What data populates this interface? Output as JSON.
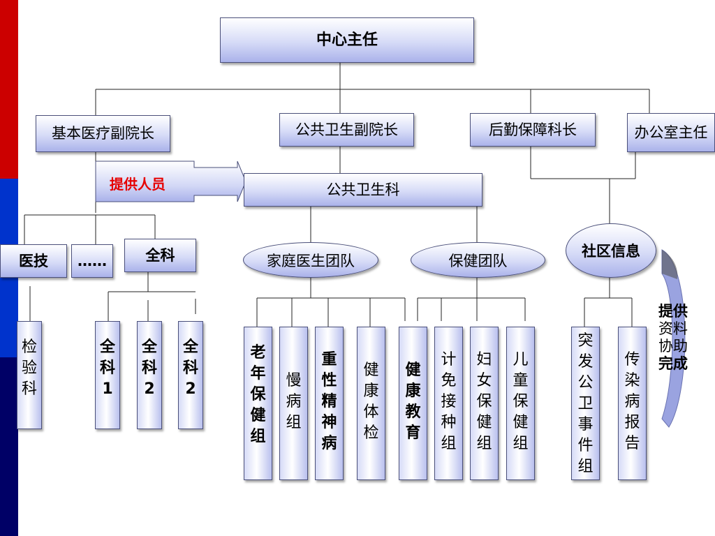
{
  "root": "中心主任",
  "deputies": {
    "basic_medical": "基本医疗副院长",
    "public_health": "公共卫生副院长",
    "logistics": "后勤保障科长",
    "office": "办公室主任"
  },
  "provide_staff": "提供人员",
  "public_health_dept": "公共卫生科",
  "left_units": {
    "tech": "医技",
    "more": "……",
    "general": "全科"
  },
  "teams": {
    "family_doctor": "家庭医生团队",
    "health_care": "保健团队",
    "community_info": "社区信息"
  },
  "leaves": {
    "lab": "检验科",
    "gp1": "全科1",
    "gp2a": "全科2",
    "gp2b": "全科2",
    "elderly": "老年保健组",
    "chronic": "慢病组",
    "mental": "重性精神病",
    "checkup": "健康体检",
    "education": "健康教育",
    "immunization": "计免接种组",
    "women": "妇女保健组",
    "children": "儿童保健组",
    "emergency": "突发公卫事件组",
    "infectious": "传染病报告"
  },
  "assist_text": {
    "line1": "提供",
    "line2": "资料",
    "line3": "协助",
    "line4": "完成"
  }
}
